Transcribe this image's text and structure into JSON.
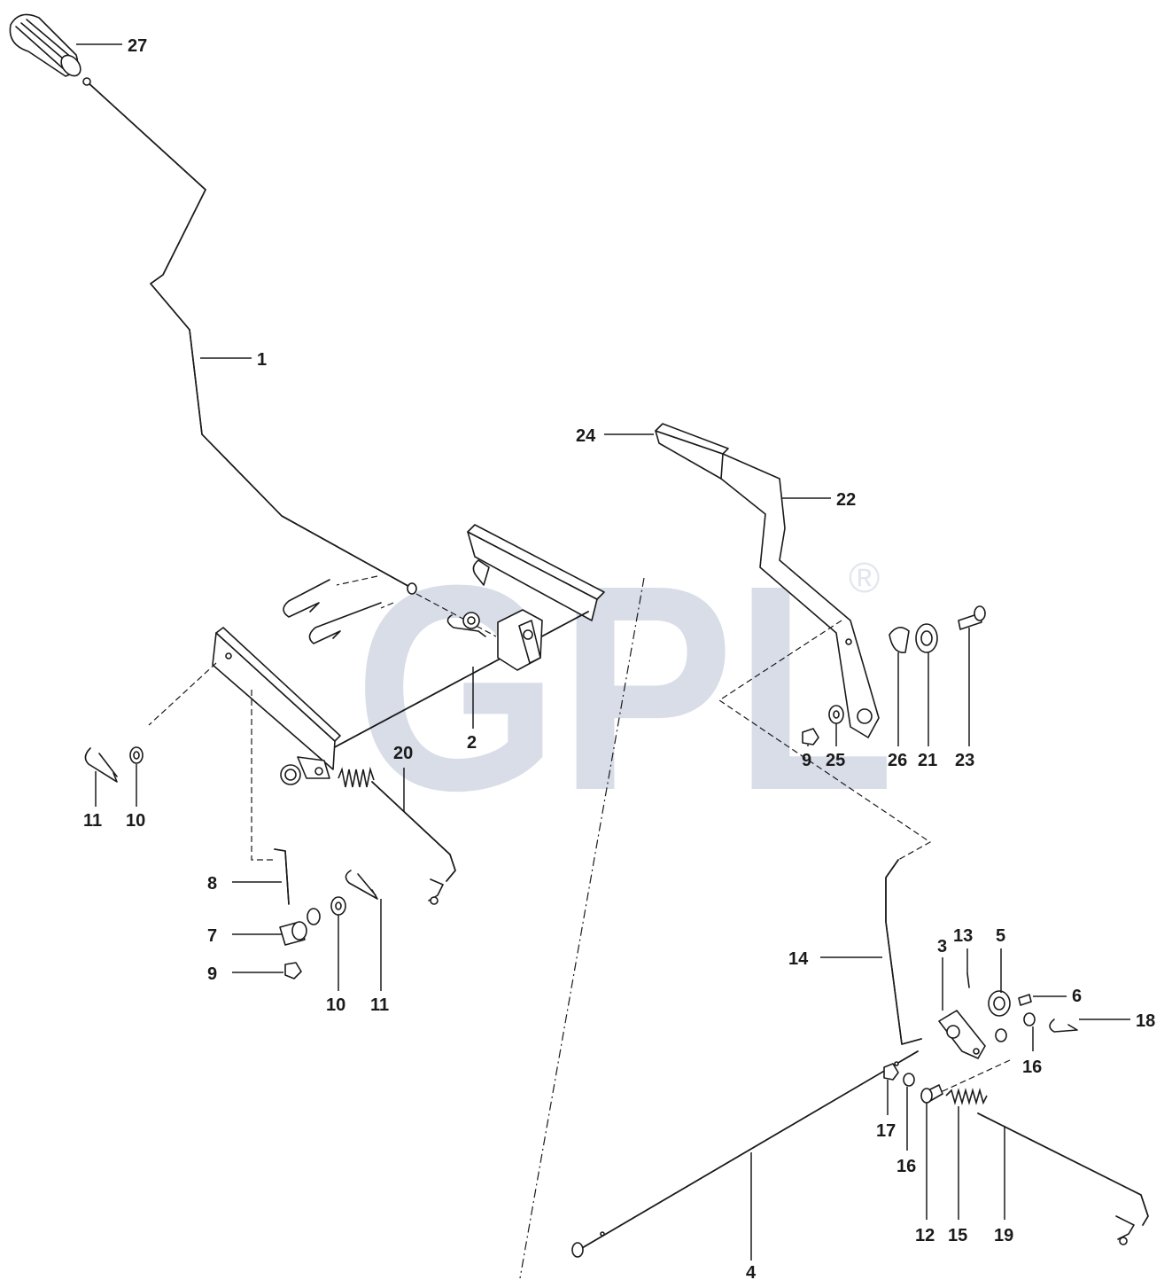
{
  "watermark": {
    "text": "GPL",
    "mark": "®",
    "color": "#d8dde8"
  },
  "callouts": {
    "c27": "27",
    "c1": "1",
    "c24": "24",
    "c22": "22",
    "c2": "2",
    "c20": "20",
    "c11a": "11",
    "c10a": "10",
    "c8": "8",
    "c7": "7",
    "c9a": "9",
    "c10b": "10",
    "c11b": "11",
    "c9b": "9",
    "c25": "25",
    "c26": "26",
    "c21": "21",
    "c23": "23",
    "c13": "13",
    "c3": "3",
    "c5": "5",
    "c6": "6",
    "c18": "18",
    "c14": "14",
    "c16a": "16",
    "c17": "17",
    "c16b": "16",
    "c12": "12",
    "c15": "15",
    "c19": "19",
    "c4": "4"
  }
}
